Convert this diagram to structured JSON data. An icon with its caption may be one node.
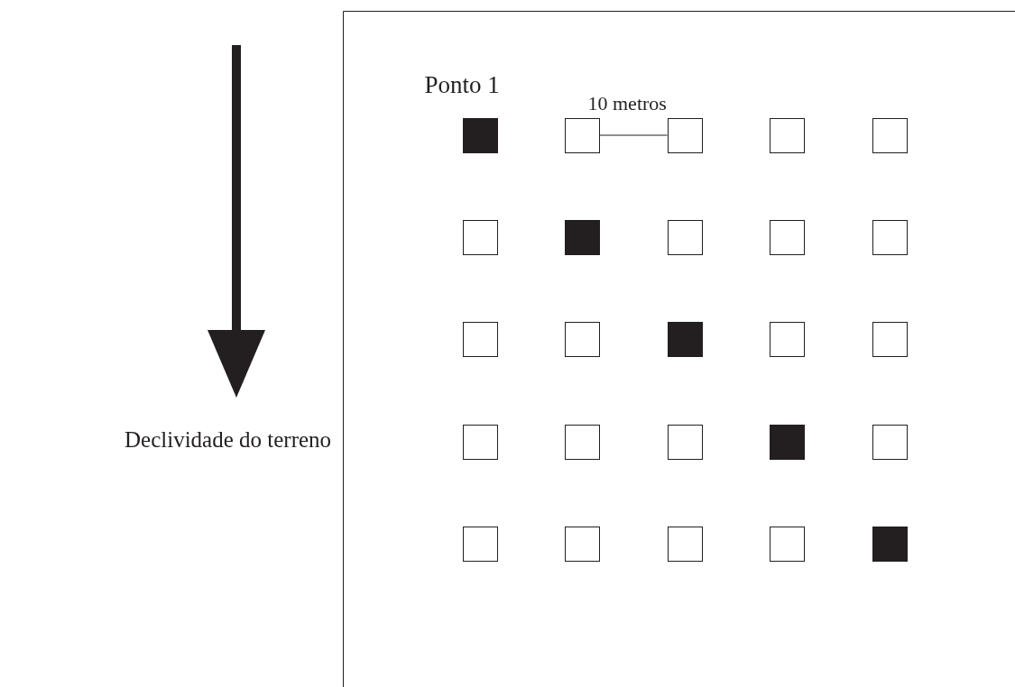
{
  "diagram": {
    "nodes": [
      {
        "text": [],
        "shape": "block",
        "beside": [
          "Ponto 1"
        ]
      },
      {
        "text": [],
        "shape": "box"
      },
      {
        "text": [],
        "shape": "box"
      },
      {
        "text": [],
        "shape": "box"
      },
      {
        "text": [],
        "shape": "box"
      },
      {
        "text": [],
        "shape": "box"
      },
      {
        "text": [],
        "shape": "block"
      },
      {
        "text": [],
        "shape": "box"
      },
      {
        "text": [],
        "shape": "box"
      },
      {
        "text": [],
        "shape": "box"
      },
      {
        "text": [],
        "shape": "box"
      },
      {
        "text": [],
        "shape": "box"
      },
      {
        "text": [],
        "shape": "block"
      },
      {
        "text": [],
        "shape": "box"
      },
      {
        "text": [],
        "shape": "box"
      },
      {
        "text": [],
        "shape": "box"
      },
      {
        "text": [],
        "shape": "box"
      },
      {
        "text": [],
        "shape": "box"
      },
      {
        "text": [],
        "shape": "block"
      },
      {
        "text": [],
        "shape": "box"
      },
      {
        "text": [],
        "shape": "box"
      },
      {
        "text": [],
        "shape": "box"
      },
      {
        "text": [],
        "shape": "box"
      },
      {
        "text": [],
        "shape": "box"
      },
      {
        "text": [],
        "shape": "block"
      }
    ],
    "edges": [
      {
        "from": 1,
        "to": 2,
        "arrow": "none",
        "label": "10 metros"
      }
    ],
    "labels": [
      "Declividade do terreno"
    ]
  }
}
